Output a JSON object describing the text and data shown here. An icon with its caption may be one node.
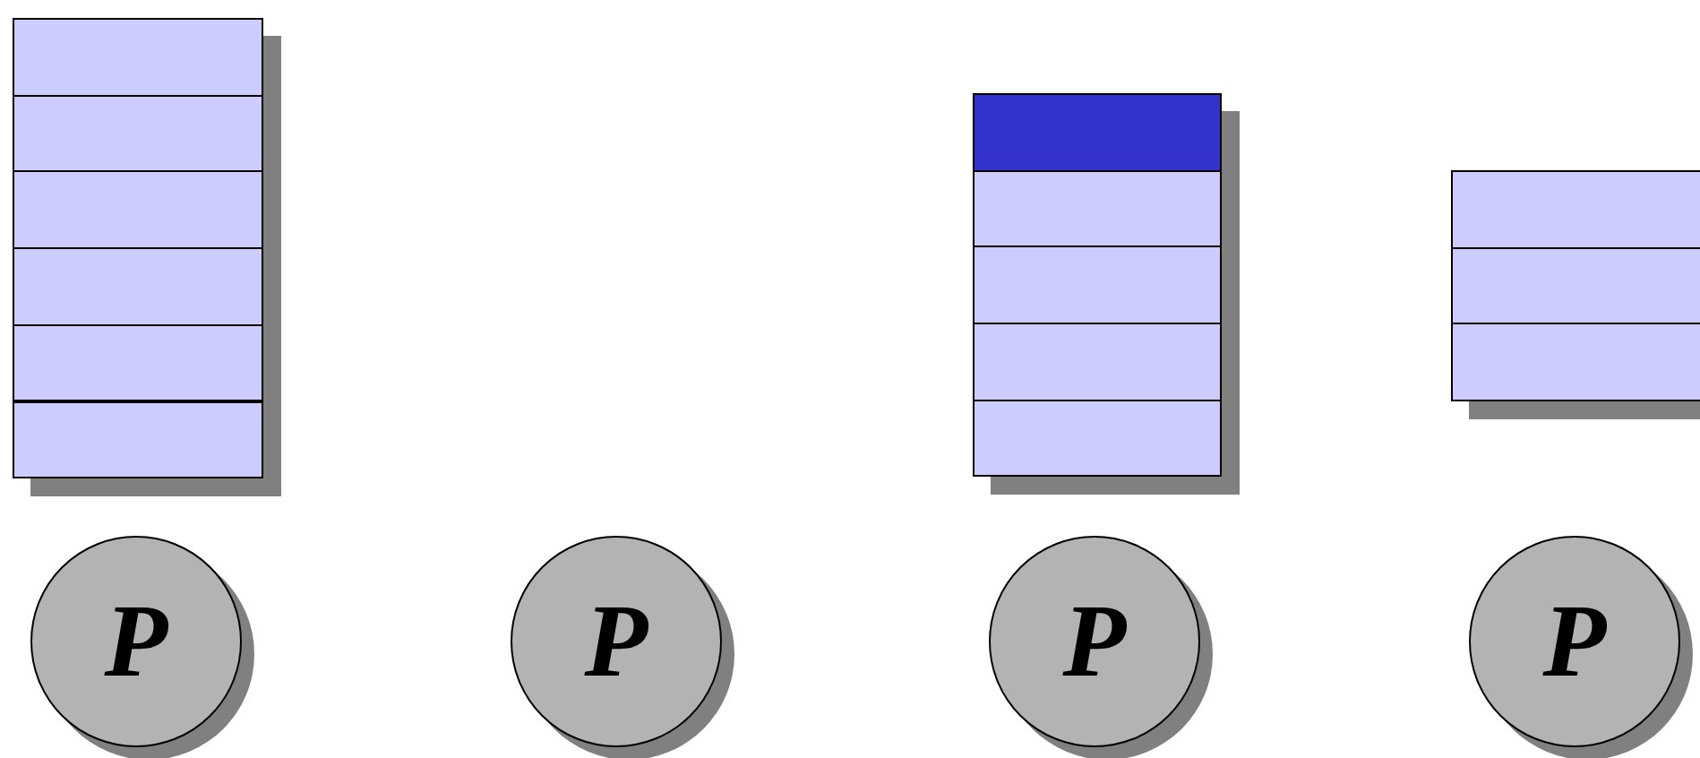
{
  "diagram": {
    "nodes": [
      {
        "text": [],
        "shape": "box"
      },
      {
        "text": [],
        "shape": "box"
      },
      {
        "text": [],
        "shape": "box"
      },
      {
        "text": [],
        "shape": "box"
      },
      {
        "text": [],
        "shape": "box"
      },
      {
        "text": [],
        "shape": "box"
      },
      {
        "text": [],
        "shape": "box"
      },
      {
        "text": [],
        "shape": "box"
      },
      {
        "text": [],
        "shape": "box"
      },
      {
        "text": [],
        "shape": "box"
      },
      {
        "text": [],
        "shape": "box"
      },
      {
        "text": [],
        "shape": "box"
      },
      {
        "text": [],
        "shape": "box"
      },
      {
        "text": [],
        "shape": "box"
      },
      {
        "text": [
          "P"
        ]
      },
      {
        "text": [
          "P"
        ]
      },
      {
        "text": [
          "P"
        ]
      },
      {
        "text": [
          "P"
        ]
      }
    ],
    "edges": []
  }
}
